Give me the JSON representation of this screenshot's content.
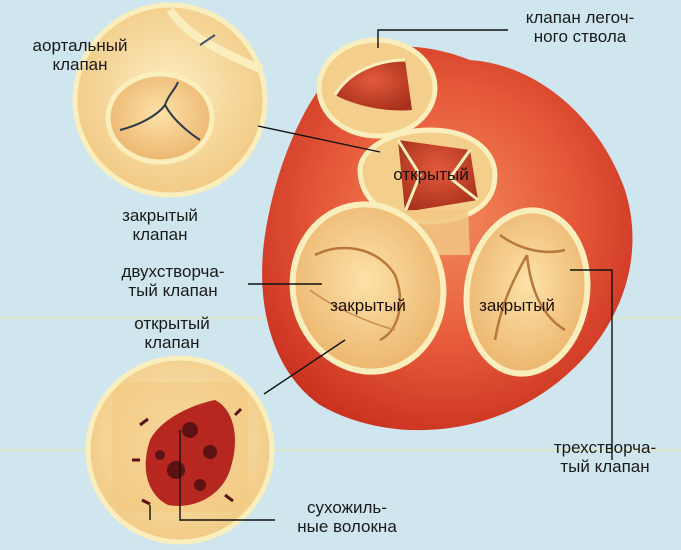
{
  "labels": {
    "aortic_valve": "аортальный\nклапан",
    "pulmonary_valve": "клапан легоч-\nного ствола",
    "closed_valve": "закрытый\nклапан",
    "mitral_valve": "двухстворча-\nтый клапан",
    "open_valve": "открытый\nклапан",
    "tricuspid_valve": "трехстворча-\nтый клапан",
    "chordae": "сухожиль-\nные волокна",
    "center_open": "открытый",
    "mitral_closed": "закрытый",
    "tricuspid_closed": "закрытый"
  },
  "colors": {
    "background": "#cfe6ef",
    "heart_red": "#e2462f",
    "valve_cream": "#f6d28f",
    "valve_rim": "#fbeebd",
    "chordae_dark": "#8b1a18",
    "leader_line": "#111111"
  }
}
